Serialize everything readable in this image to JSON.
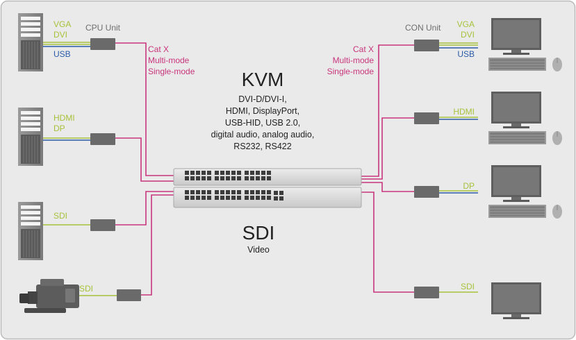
{
  "colors": {
    "panel_bg": "#eaeaea",
    "panel_border": "#b9b9b9",
    "green": "#a6c23a",
    "blue": "#2a5aa8",
    "magenta": "#c8357c",
    "gray_text": "#6e6e6e",
    "dark_text": "#222222",
    "device_dark": "#4f4f4f",
    "device_mid": "#8a8a8a",
    "device_light": "#bdbdbd",
    "switch_body": "#dcdcdc"
  },
  "labels": {
    "cpu_unit": "CPU Unit",
    "con_unit": "CON Unit",
    "vga": "VGA",
    "dvi": "DVI",
    "usb": "USB",
    "hdmi": "HDMI",
    "dp": "DP",
    "sdi": "SDI",
    "cable_types": [
      "Cat X",
      "Multi-mode",
      "Single-mode"
    ]
  },
  "kvm": {
    "title": "KVM",
    "signals": [
      "DVI-D/DVI-I,",
      "HDMI, DisplayPort,",
      "USB-HID, USB 2.0,",
      "digital audio, analog audio,",
      "RS232, RS422"
    ]
  },
  "sdi_block": {
    "title": "SDI",
    "subtitle": "Video"
  },
  "switch_icons": {
    "cpu": "tower-computer-icon",
    "camera": "video-camera-icon",
    "monitor": "monitor-icon",
    "keyboard": "keyboard-icon",
    "mouse": "mouse-icon",
    "extender": "extender-unit-icon",
    "matrix": "matrix-switch-icon"
  }
}
